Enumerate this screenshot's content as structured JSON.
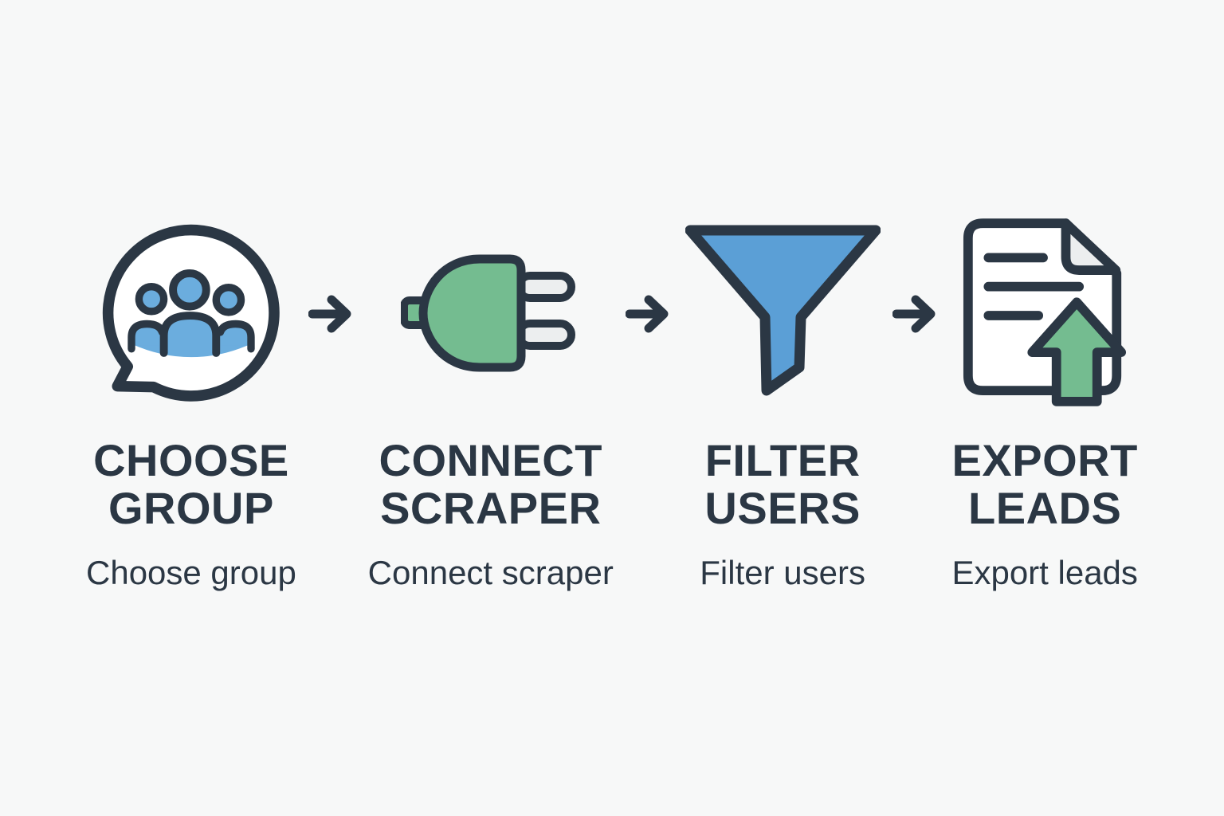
{
  "colors": {
    "background": "#f7f8f8",
    "outline": "#2b3744",
    "surface": "#ffffff",
    "blue": "#5b9fd6",
    "blue-light": "#6badde",
    "green": "#74bc90",
    "light-gray": "#eceeef"
  },
  "steps": [
    {
      "icon": "group-chat-icon",
      "title": "CHOOSE\nGROUP",
      "subtitle": "Choose group"
    },
    {
      "icon": "plug-icon",
      "title": "CONNECT\nSCRAPER",
      "subtitle": "Connect scraper"
    },
    {
      "icon": "funnel-icon",
      "title": "FILTER\nUSERS",
      "subtitle": "Filter users"
    },
    {
      "icon": "export-document-icon",
      "title": "EXPORT\nLEADS",
      "subtitle": "Export leads"
    }
  ],
  "arrow": {
    "meaning": "next step"
  }
}
